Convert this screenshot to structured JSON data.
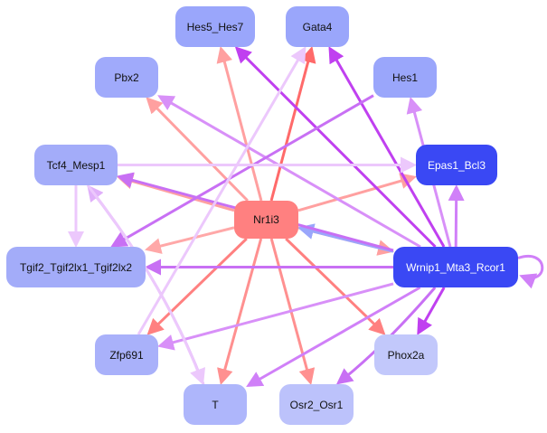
{
  "graph": {
    "nodes": [
      {
        "id": "hes5",
        "label": "Hes5_Hes7",
        "color": "#9aa6fb"
      },
      {
        "id": "gata4",
        "label": "Gata4",
        "color": "#9aa6fb"
      },
      {
        "id": "pbx2",
        "label": "Pbx2",
        "color": "#a0aafb"
      },
      {
        "id": "hes1",
        "label": "Hes1",
        "color": "#9aa6fb"
      },
      {
        "id": "tcf4",
        "label": "Tcf4_Mesp1",
        "color": "#a3acf9"
      },
      {
        "id": "epas1",
        "label": "Epas1_Bcl3",
        "color": "#3a48f4",
        "dark": true
      },
      {
        "id": "nr1i3",
        "label": "Nr1i3",
        "color": "#ff8080"
      },
      {
        "id": "tgif2",
        "label": "Tgif2_Tgif2lx1_Tgif2lx2",
        "color": "#a3acf9"
      },
      {
        "id": "wrnip1",
        "label": "Wrnip1_Mta3_Rcor1",
        "color": "#3a48f4",
        "dark": true
      },
      {
        "id": "zfp691",
        "label": "Zfp691",
        "color": "#a9b1fa"
      },
      {
        "id": "phox2a",
        "label": "Phox2a",
        "color": "#c2c8fb"
      },
      {
        "id": "t",
        "label": "T",
        "color": "#aeb6fb"
      },
      {
        "id": "osr2",
        "label": "Osr2_Osr1",
        "color": "#bcc2fb"
      }
    ],
    "edges": [
      {
        "from": "nr1i3",
        "to": "hes5",
        "color": "#ffa0a0"
      },
      {
        "from": "nr1i3",
        "to": "gata4",
        "color": "#ff6a6a"
      },
      {
        "from": "nr1i3",
        "to": "pbx2",
        "color": "#ffa0a0"
      },
      {
        "from": "nr1i3",
        "to": "tcf4",
        "color": "#ffa0a0"
      },
      {
        "from": "nr1i3",
        "to": "epas1",
        "color": "#ffa0a0"
      },
      {
        "from": "nr1i3",
        "to": "tgif2",
        "color": "#ffa8a8"
      },
      {
        "from": "nr1i3",
        "to": "wrnip1",
        "color": "#ffa0a0"
      },
      {
        "from": "nr1i3",
        "to": "zfp691",
        "color": "#ff8080"
      },
      {
        "from": "nr1i3",
        "to": "t",
        "color": "#ff9090"
      },
      {
        "from": "nr1i3",
        "to": "osr2",
        "color": "#ff9090"
      },
      {
        "from": "nr1i3",
        "to": "phox2a",
        "color": "#ff8080"
      },
      {
        "from": "wrnip1",
        "to": "nr1i3",
        "color": "#9aa6fb"
      },
      {
        "from": "wrnip1",
        "to": "hes5",
        "color": "#c040f0"
      },
      {
        "from": "wrnip1",
        "to": "gata4",
        "color": "#c040f0"
      },
      {
        "from": "wrnip1",
        "to": "pbx2",
        "color": "#d890f8"
      },
      {
        "from": "wrnip1",
        "to": "hes1",
        "color": "#d890f8"
      },
      {
        "from": "wrnip1",
        "to": "tcf4",
        "color": "#c870f4"
      },
      {
        "from": "wrnip1",
        "to": "epas1",
        "color": "#d080f8"
      },
      {
        "from": "wrnip1",
        "to": "tgif2",
        "color": "#c870f4"
      },
      {
        "from": "wrnip1",
        "to": "zfp691",
        "color": "#d890f8"
      },
      {
        "from": "wrnip1",
        "to": "phox2a",
        "color": "#c040f0"
      },
      {
        "from": "wrnip1",
        "to": "t",
        "color": "#d080f8"
      },
      {
        "from": "wrnip1",
        "to": "osr2",
        "color": "#c870f4"
      },
      {
        "from": "wrnip1",
        "to": "wrnip1",
        "color": "#d080f8"
      },
      {
        "from": "hes1",
        "to": "tgif2",
        "color": "#c870f4"
      },
      {
        "from": "tcf4",
        "to": "epas1",
        "color": "#ecc8fc"
      },
      {
        "from": "tcf4",
        "to": "tgif2",
        "color": "#ecc8fc"
      },
      {
        "from": "zfp691",
        "to": "gata4",
        "color": "#ecc8fc"
      },
      {
        "from": "t",
        "to": "tcf4",
        "color": "#e0b0fa"
      },
      {
        "from": "tcf4",
        "to": "t",
        "color": "#ecc8fc"
      }
    ]
  }
}
